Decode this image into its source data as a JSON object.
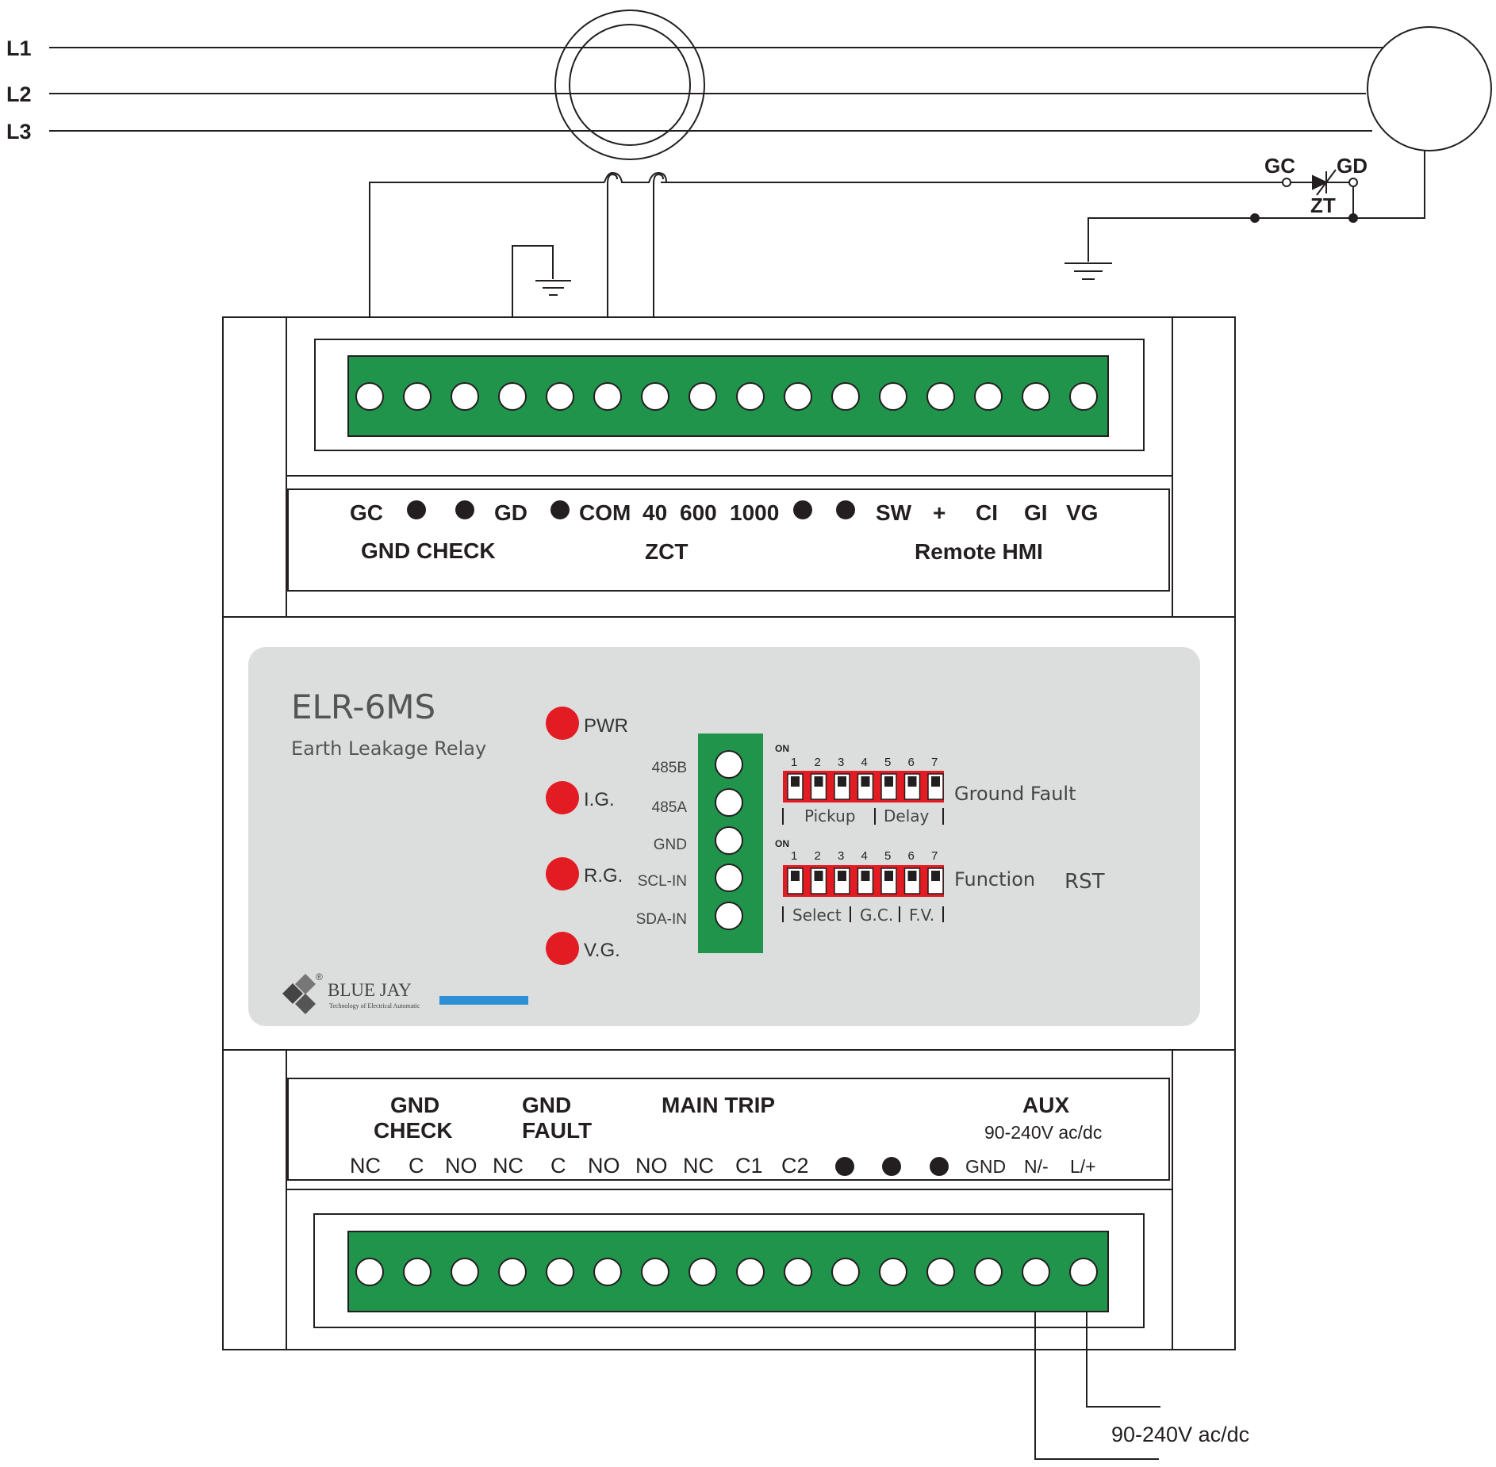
{
  "colors": {
    "terminal_green": "#1f944a",
    "led_red": "#e31b23",
    "panel_gray": "#dcdddd",
    "brand_blue": "#2e8fd4",
    "line": "#231f20"
  },
  "lines": {
    "l1": "L1",
    "l2": "L2",
    "l3": "L3"
  },
  "zt_callout": {
    "gc": "GC",
    "gd": "GD",
    "zt": "ZT"
  },
  "top_labels": {
    "gc": "GC",
    "gd": "GD",
    "com": "COM",
    "t40": "40",
    "t600": "600",
    "t1000": "1000",
    "sw": "SW",
    "plus": "+",
    "ci": "CI",
    "gi": "GI",
    "vg": "VG",
    "group_gnd_check": "GND CHECK",
    "group_zct": "ZCT",
    "group_remote_hmi": "Remote HMI"
  },
  "panel": {
    "model": "ELR-6MS",
    "subtitle": "Earth Leakage Relay",
    "leds": [
      "PWR",
      "I.G.",
      "R.G.",
      "V.G."
    ],
    "comm_ports": [
      "485B",
      "485A",
      "GND",
      "SCL-IN",
      "SDA-IN"
    ],
    "dip_on": "ON",
    "dip_numbers": [
      "1",
      "2",
      "3",
      "4",
      "5",
      "6",
      "7"
    ],
    "dip1_title": "Ground Fault",
    "dip1_groups": [
      "Pickup",
      "Delay"
    ],
    "dip2_title": "Function",
    "dip2_groups": [
      "Select",
      "G.C.",
      "F.V."
    ],
    "rst": "RST",
    "brand_name": "BLUE JAY",
    "brand_tagline": "Technology of Electrical Automatic",
    "brand_mark": "®"
  },
  "bottom_labels": {
    "gnd_check_1": "GND",
    "gnd_check_2": "CHECK",
    "gnd_fault_1": "GND",
    "gnd_fault_2": "FAULT",
    "main_trip": "MAIN TRIP",
    "aux": "AUX",
    "aux_voltage": "90-240V ac/dc",
    "terminals": [
      "NC",
      "C",
      "NO",
      "NC",
      "C",
      "NO",
      "NO",
      "NC",
      "C1",
      "C2"
    ],
    "gnd": "GND",
    "n": "N/-",
    "l": "L/+"
  },
  "supply_label": "90-240V ac/dc"
}
